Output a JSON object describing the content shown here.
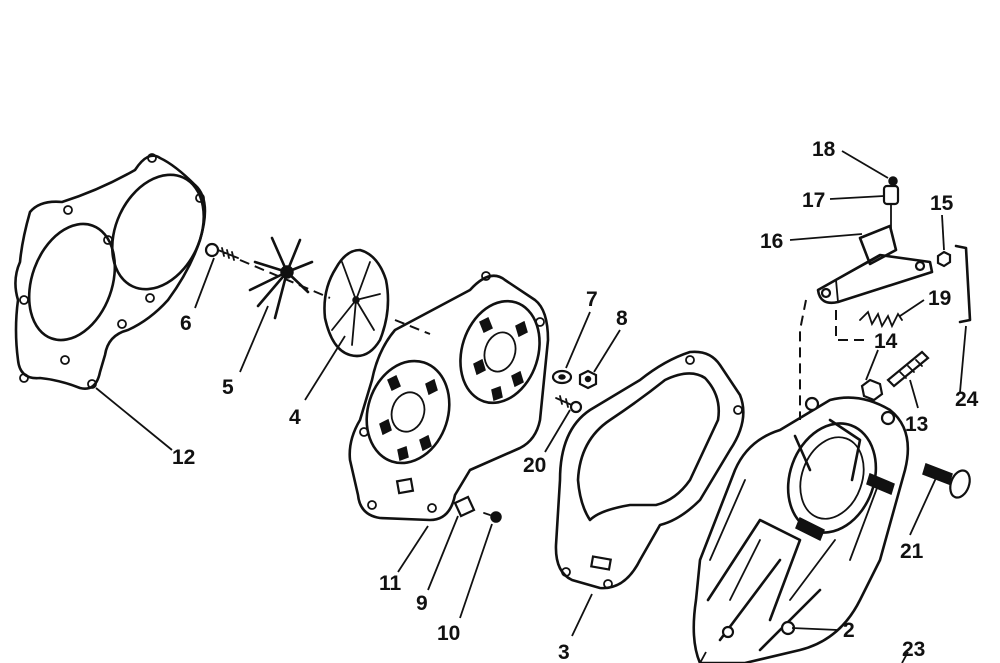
{
  "callouts": [
    {
      "id": "c2",
      "label": "2"
    },
    {
      "id": "c3",
      "label": "3"
    },
    {
      "id": "c4",
      "label": "4"
    },
    {
      "id": "c5",
      "label": "5"
    },
    {
      "id": "c6",
      "label": "6"
    },
    {
      "id": "c7",
      "label": "7"
    },
    {
      "id": "c8",
      "label": "8"
    },
    {
      "id": "c9",
      "label": "9"
    },
    {
      "id": "c10",
      "label": "10"
    },
    {
      "id": "c11",
      "label": "11"
    },
    {
      "id": "c12",
      "label": "12"
    },
    {
      "id": "c13",
      "label": "13"
    },
    {
      "id": "c14",
      "label": "14"
    },
    {
      "id": "c15",
      "label": "15"
    },
    {
      "id": "c16",
      "label": "16"
    },
    {
      "id": "c17",
      "label": "17"
    },
    {
      "id": "c18",
      "label": "18"
    },
    {
      "id": "c19",
      "label": "19"
    },
    {
      "id": "c20",
      "label": "20"
    },
    {
      "id": "c21",
      "label": "21"
    },
    {
      "id": "c23",
      "label": "23"
    },
    {
      "id": "c24",
      "label": "24"
    }
  ]
}
